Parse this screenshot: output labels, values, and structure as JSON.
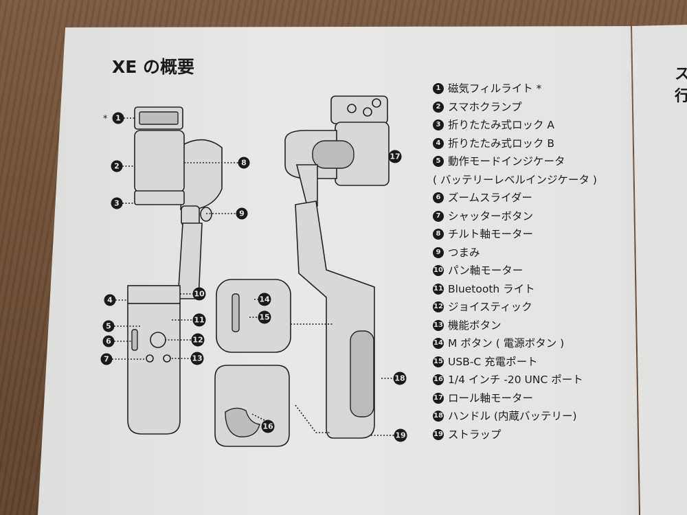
{
  "title": "XE の概要",
  "right_page_fragment": [
    "ス",
    "行"
  ],
  "diagram_asterisk": "*",
  "callouts": [
    "1",
    "2",
    "3",
    "4",
    "5",
    "6",
    "7",
    "8",
    "9",
    "10",
    "11",
    "12",
    "13",
    "14",
    "15",
    "16",
    "17",
    "18",
    "19"
  ],
  "parts": [
    {
      "num": "1",
      "label": "磁気フィルライト *"
    },
    {
      "num": "2",
      "label": "スマホクランプ"
    },
    {
      "num": "3",
      "label": "折りたたみ式ロック A"
    },
    {
      "num": "4",
      "label": "折りたたみ式ロック B"
    },
    {
      "num": "5",
      "label": "動作モードインジケータ"
    },
    {
      "num": "",
      "label": "( バッテリーレベルインジケータ )"
    },
    {
      "num": "6",
      "label": "ズームスライダー"
    },
    {
      "num": "7",
      "label": "シャッターボタン"
    },
    {
      "num": "8",
      "label": "チルト軸モーター"
    },
    {
      "num": "9",
      "label": "つまみ"
    },
    {
      "num": "10",
      "label": "パン軸モーター"
    },
    {
      "num": "11",
      "label": "Bluetooth ライト"
    },
    {
      "num": "12",
      "label": "ジョイスティック"
    },
    {
      "num": "13",
      "label": "機能ボタン"
    },
    {
      "num": "14",
      "label": "M ボタン ( 電源ボタン )"
    },
    {
      "num": "15",
      "label": "USB-C 充電ポート"
    },
    {
      "num": "16",
      "label": "1/4 インチ -20 UNC ポート"
    },
    {
      "num": "17",
      "label": "ロール軸モーター"
    },
    {
      "num": "18",
      "label": "ハンドル (内蔵バッテリー)"
    },
    {
      "num": "19",
      "label": "ストラップ"
    }
  ]
}
